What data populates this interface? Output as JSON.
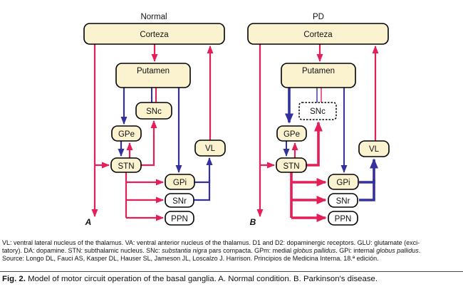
{
  "figure": {
    "panel_a": {
      "title": "Normal",
      "label": "A"
    },
    "panel_b": {
      "title": "PD",
      "label": "B"
    },
    "nodes": {
      "cortex": "Corteza",
      "putamen": "Putamen",
      "snc": "SNc",
      "gpe": "GPe",
      "stn": "STN",
      "vl": "VL",
      "gpi": "GPi",
      "snr": "SNr",
      "ppn": "PPN"
    },
    "colors": {
      "excitatory_red": "#e41f57",
      "inhibitory_blue": "#34309e",
      "node_fill": "#fbf3d0"
    }
  },
  "legend_lines": [
    {
      "segments": [
        {
          "t": "VL: ventral lateral nucleus of the thalamus. VA: ventral anterior nucleus of the thalamus. D1 and D2: dopaminergic receptors. GLU: glutamate (exci-"
        }
      ]
    },
    {
      "segments": [
        {
          "t": "tatory). DA: dopamine. STN: subthalamic nucleus. SNc: "
        },
        {
          "t": "substantia nigra",
          "i": true
        },
        {
          "t": " pars compacta. GPm: medial "
        },
        {
          "t": "globus pallidus",
          "i": true
        },
        {
          "t": ". GPi: internal "
        },
        {
          "t": "globus pallidus",
          "i": true
        },
        {
          "t": "."
        }
      ]
    },
    {
      "segments": [
        {
          "t": "Source: Longo DL, Fauci AS, Kasper DL, Hauser SL, Jameson JL, Loscalzo J. Harrison. Principios de Medicina Interna. 18.ª edición."
        }
      ]
    }
  ],
  "caption": {
    "segments": [
      {
        "t": "Fig. 2.",
        "b": true
      },
      {
        "t": "  Model of motor circuit operation of the basal ganglia. A. Normal condition. B. Parkinson's disease."
      }
    ]
  }
}
